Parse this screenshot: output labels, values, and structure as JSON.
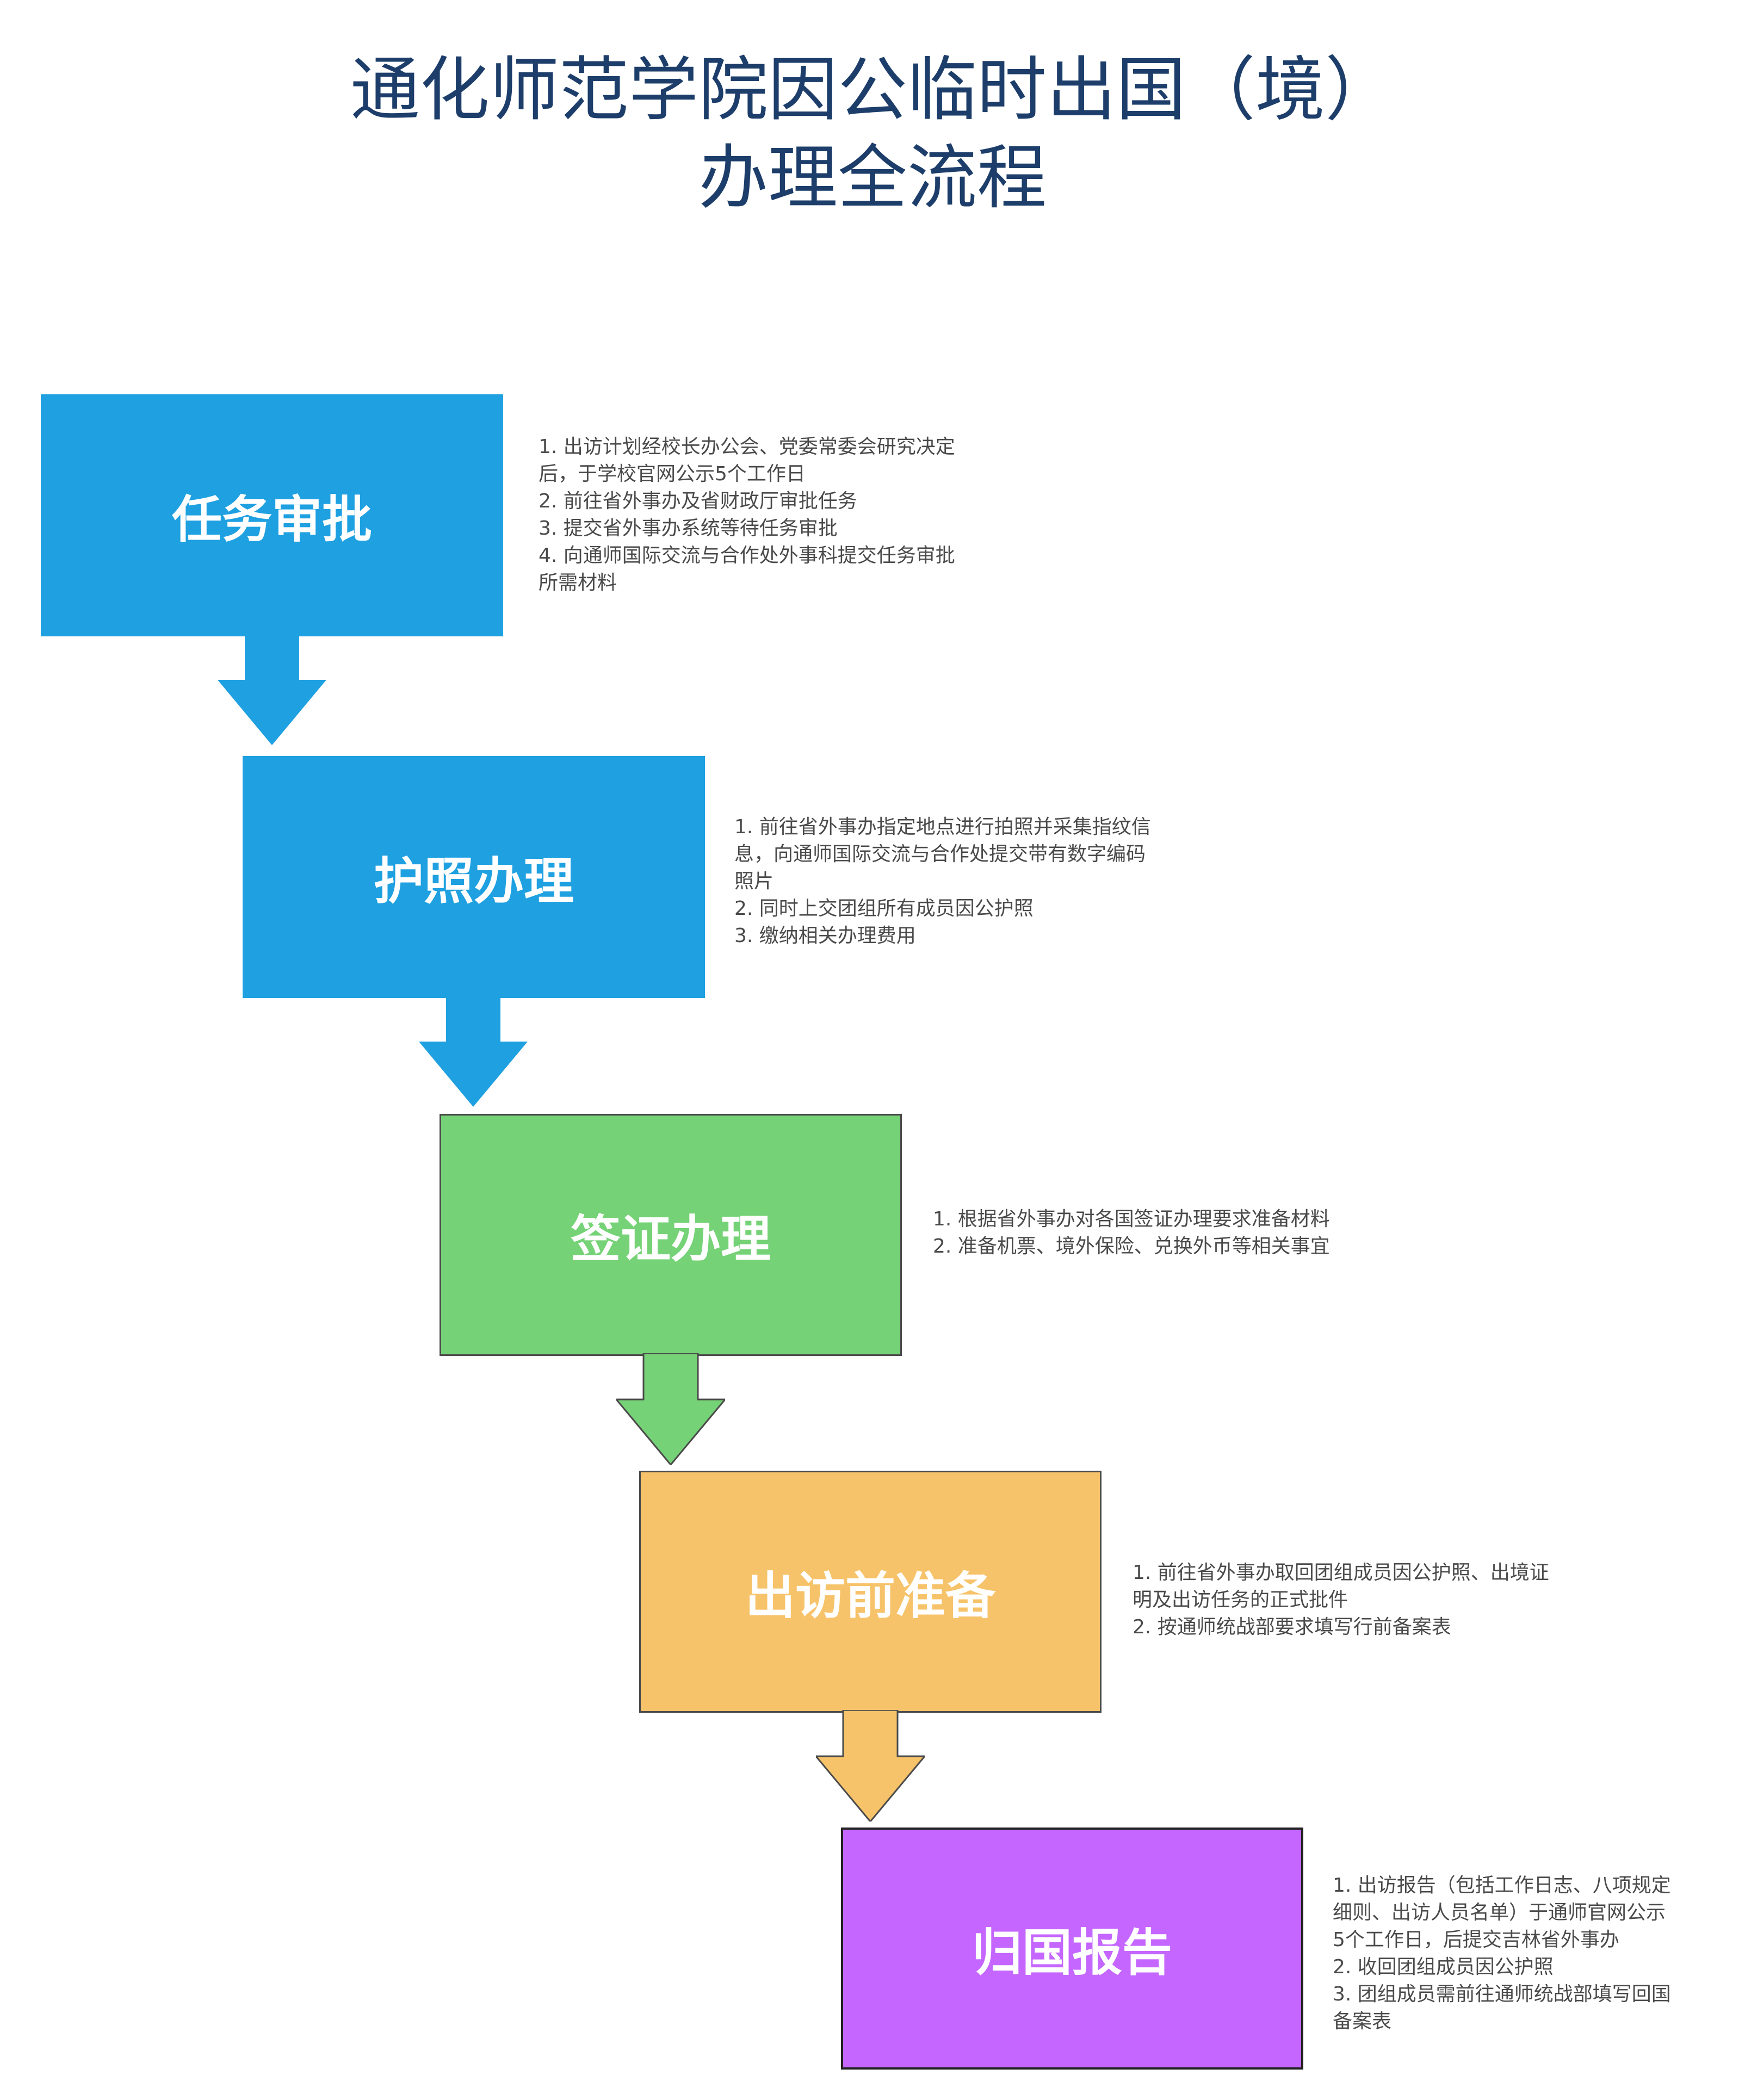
{
  "title": {
    "line1": "通化师范学院因公临时出国（境）",
    "line2": "办理全流程"
  },
  "colors": {
    "title": "#1d3e6a",
    "step_1": "#1ea0e1",
    "step_2": "#1ea0e1",
    "step_3": "#75d276",
    "step_4": "#f7c36a",
    "step_5": "#c466ff"
  },
  "steps": [
    {
      "label": "任务审批",
      "notes": [
        "1. 出访计划经校长办公会、党委常委会研究决定",
        "后，于学校官网公示5个工作日",
        "2. 前往省外事办及省财政厅审批任务",
        "3. 提交省外事办系统等待任务审批",
        "4. 向通师国际交流与合作处外事科提交任务审批",
        "所需材料"
      ]
    },
    {
      "label": "护照办理",
      "notes": [
        "1. 前往省外事办指定地点进行拍照并采集指纹信",
        "息，向通师国际交流与合作处提交带有数字编码",
        "照片",
        "2. 同时上交团组所有成员因公护照",
        "3. 缴纳相关办理费用"
      ]
    },
    {
      "label": "签证办理",
      "notes": [
        "1. 根据省外事办对各国签证办理要求准备材料",
        "2. 准备机票、境外保险、兑换外币等相关事宜"
      ]
    },
    {
      "label": "出访前准备",
      "notes": [
        "1. 前往省外事办取回团组成员因公护照、出境证",
        "明及出访任务的正式批件",
        "2. 按通师统战部要求填写行前备案表"
      ]
    },
    {
      "label": "归国报告",
      "notes": [
        "1. 出访报告（包括工作日志、八项规定",
        "细则、出访人员名单）于通师官网公示",
        "5个工作日，后提交吉林省外事办",
        "2. 收回团组成员因公护照",
        "3. 团组成员需前往通师统战部填写回国",
        "备案表"
      ]
    }
  ]
}
